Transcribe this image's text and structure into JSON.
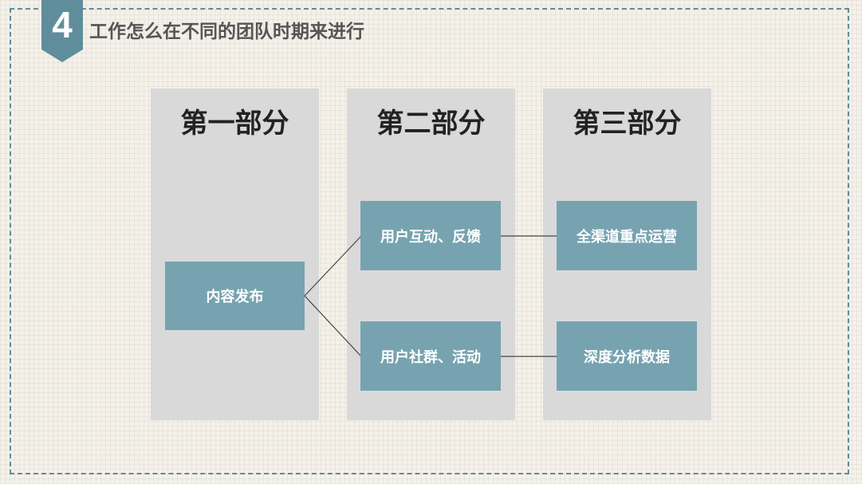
{
  "badge": {
    "number": "4"
  },
  "title": "工作怎么在不同的团队时期来进行",
  "columns": [
    {
      "header": "第一部分"
    },
    {
      "header": "第二部分"
    },
    {
      "header": "第三部分"
    }
  ],
  "nodes": {
    "publish": "内容发布",
    "interaction": "用户互动、反馈",
    "community": "用户社群、活动",
    "omnichannel": "全渠道重点运营",
    "analysis": "深度分析数据"
  },
  "colors": {
    "frame": "#5f8d9c",
    "badge": "#5f8d9c",
    "node": "#77a3b0",
    "column": "#d9d9d9",
    "connector": "#444444"
  }
}
